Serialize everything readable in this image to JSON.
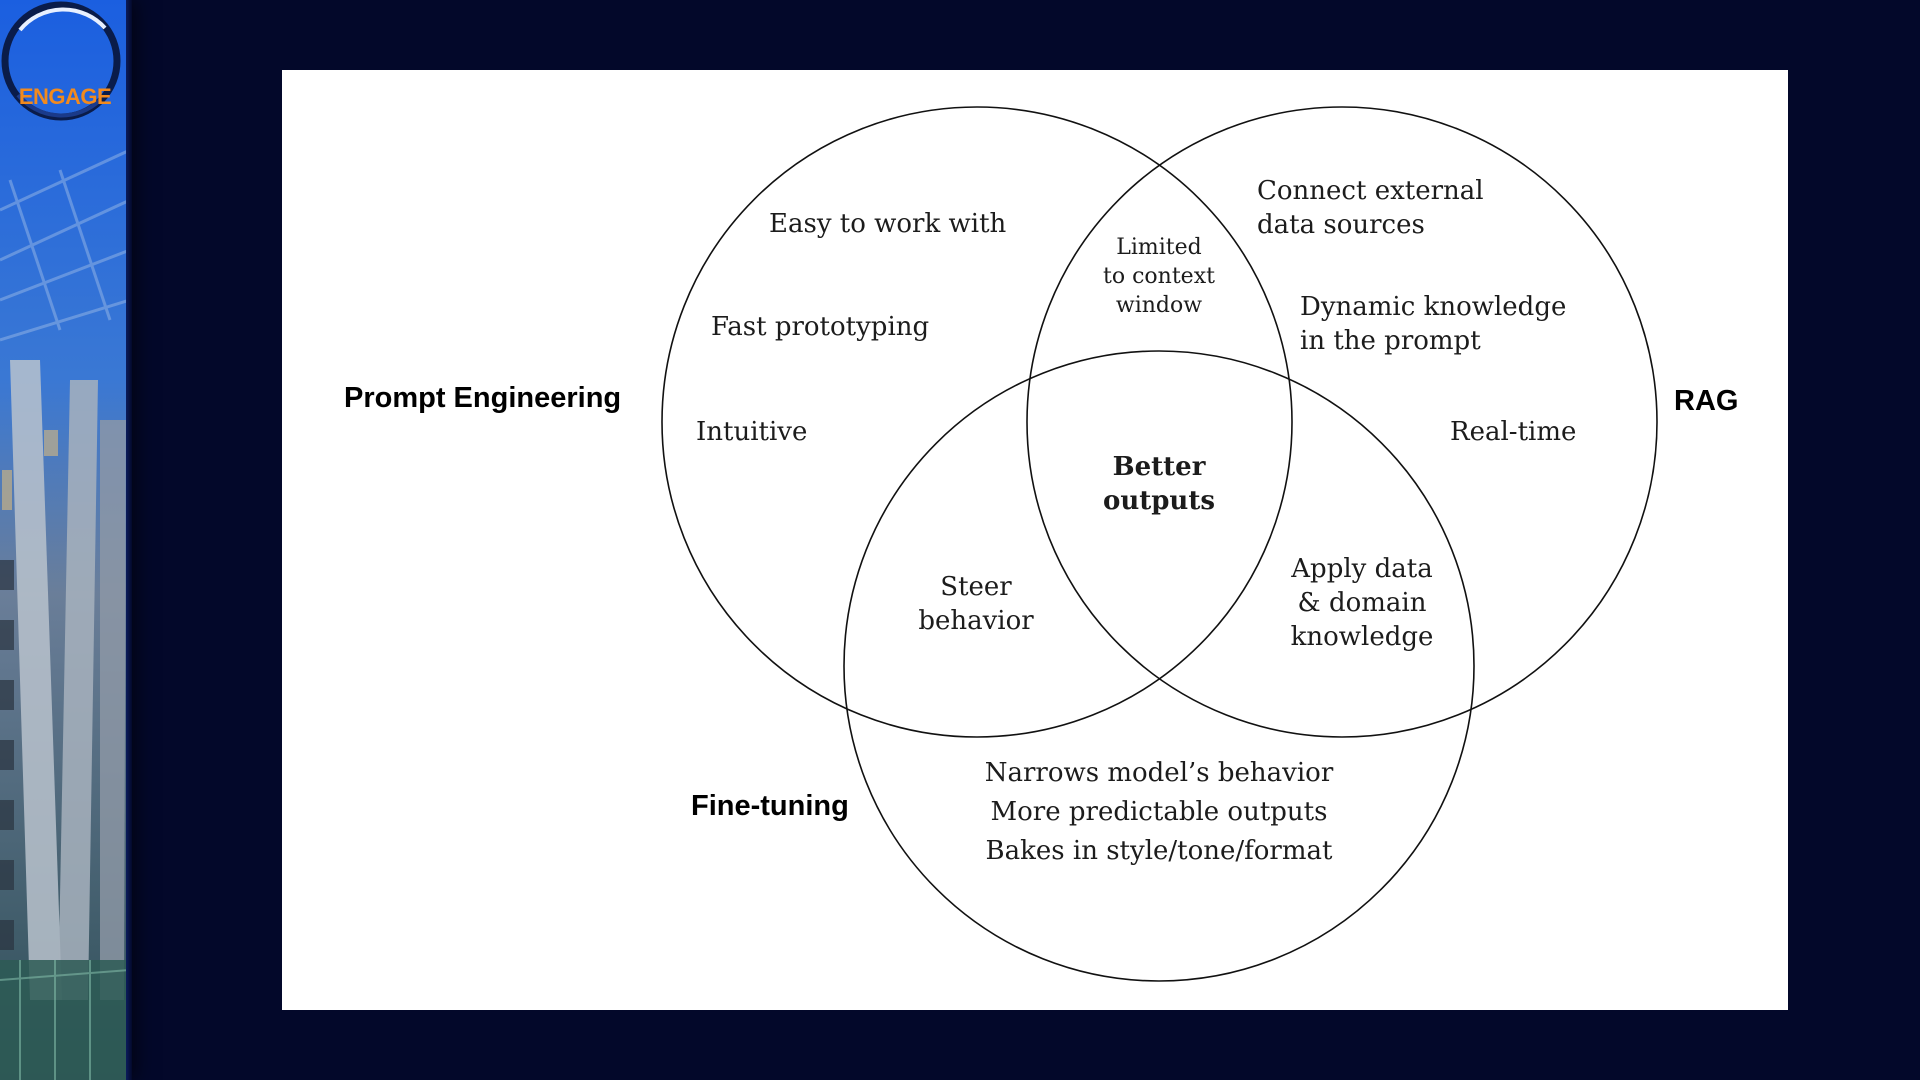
{
  "logo": {
    "text": "ENGAGE",
    "accent": "#f28a1e"
  },
  "diagram": {
    "sets": {
      "prompt_engineering": "Prompt Engineering",
      "rag": "RAG",
      "fine_tuning": "Fine-tuning"
    },
    "prompt_only": {
      "line1": "Easy to work with",
      "line2": "Fast prototyping",
      "line3": "Intuitive"
    },
    "rag_only": {
      "line1": "Connect external",
      "line2": "data sources",
      "line3": "Dynamic knowledge",
      "line4": "in the prompt",
      "line5": "Real-time"
    },
    "prompt_rag": {
      "line1": "Limited",
      "line2": "to context",
      "line3": "window"
    },
    "prompt_fine": {
      "line1": "Steer",
      "line2": "behavior"
    },
    "rag_fine": {
      "line1": "Apply data",
      "line2": "& domain",
      "line3": "knowledge"
    },
    "center": {
      "line1": "Better",
      "line2": "outputs"
    },
    "fine_only": {
      "line1": "Narrows model’s behavior",
      "line2": "More predictable outputs",
      "line3": "Bakes in style/tone/format"
    }
  }
}
